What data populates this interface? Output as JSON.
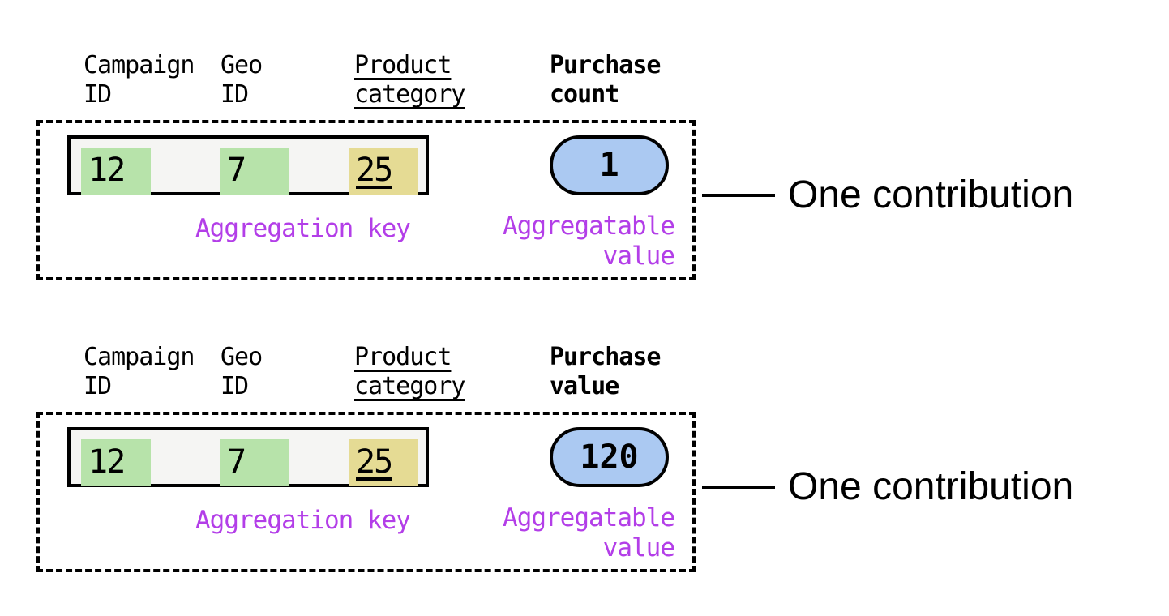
{
  "palette": {
    "highlight_green": "#b7e3aa",
    "highlight_yellow": "#e5db94",
    "pill_blue": "#abc9f2",
    "label_purple": "#b33ee8",
    "key_box_bg": "#f5f5f3",
    "ink": "#000000"
  },
  "sections": [
    {
      "columns": [
        {
          "label": "Campaign\nID"
        },
        {
          "label": "Geo\nID"
        },
        {
          "label": "Product\ncategory"
        },
        {
          "label": "Purchase\ncount"
        }
      ],
      "key_cells": [
        {
          "value": "12"
        },
        {
          "value": "7"
        },
        {
          "value": "25"
        }
      ],
      "aggregatable_pill_value": "1",
      "aggregation_key_caption": "Aggregation key",
      "aggregatable_value_caption": "Aggregatable\nvalue",
      "contribution_label": "One contribution"
    },
    {
      "columns": [
        {
          "label": "Campaign\nID"
        },
        {
          "label": "Geo\nID"
        },
        {
          "label": "Product\ncategory"
        },
        {
          "label": "Purchase\nvalue"
        }
      ],
      "key_cells": [
        {
          "value": "12"
        },
        {
          "value": "7"
        },
        {
          "value": "25"
        }
      ],
      "aggregatable_pill_value": "120",
      "aggregation_key_caption": "Aggregation key",
      "aggregatable_value_caption": "Aggregatable\nvalue",
      "contribution_label": "One contribution"
    }
  ]
}
